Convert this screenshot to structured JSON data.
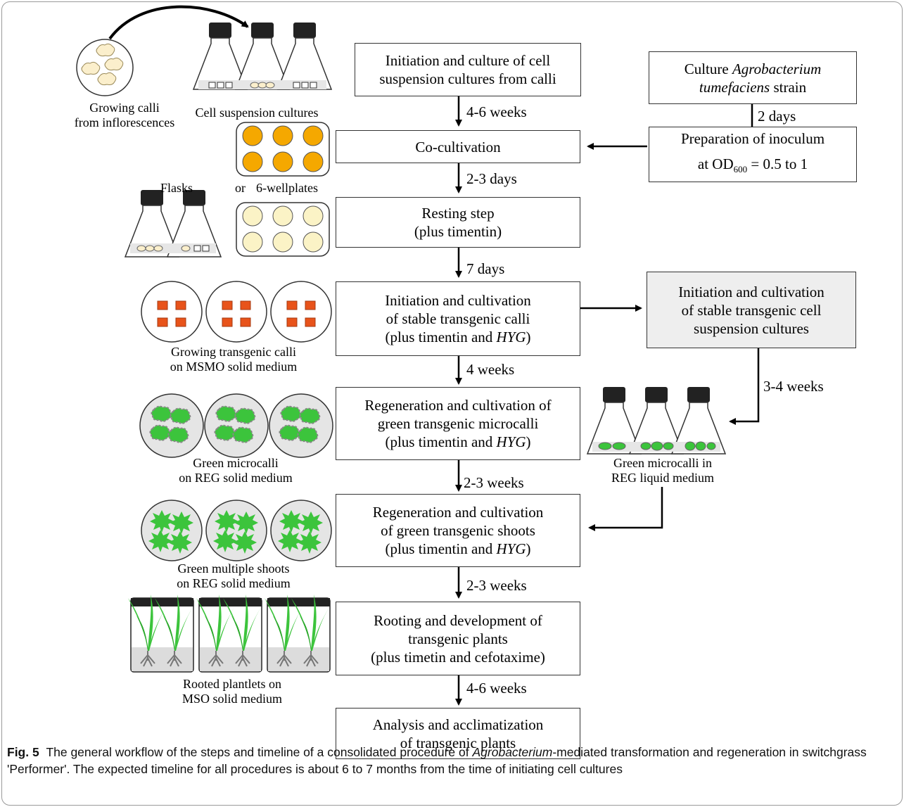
{
  "steps": {
    "s1": [
      "Initiation and culture of cell",
      "suspension cultures from calli"
    ],
    "s2": "Co-cultivation",
    "s3": [
      "Resting step",
      "(plus timentin)"
    ],
    "s4": [
      "Initiation and cultivation",
      "of stable transgenic calli",
      "(plus timentin and ",
      "HYG",
      ")"
    ],
    "s5": [
      "Regeneration and cultivation of",
      "green transgenic microcalli",
      "(plus timentin and ",
      "HYG",
      ")"
    ],
    "s6": [
      "Regeneration and cultivation",
      "of green transgenic shoots",
      "(plus timentin and ",
      "HYG",
      ")"
    ],
    "s7": [
      "Rooting and development of",
      "transgenic plants",
      "(plus timetin and cefotaxime)"
    ],
    "s8": [
      "Analysis and acclimatization",
      "of transgenic plants"
    ]
  },
  "side_steps": {
    "agro": [
      "Culture ",
      "Agrobacterium",
      "tumefaciens",
      " strain"
    ],
    "inoculum": [
      "Preparation of inoculum",
      "at OD",
      "600",
      " = 0.5 to 1"
    ],
    "suspension": [
      "Initiation and cultivation",
      "of stable transgenic cell",
      "suspension cultures"
    ]
  },
  "durations": {
    "d1": "4-6 weeks",
    "d2": "2-3 days",
    "d3": "7 days",
    "d4": "4 weeks",
    "d5": "2-3 weeks",
    "d6": "2-3 weeks",
    "d7": "4-6 weeks",
    "agro_days": "2 days",
    "suspension_weeks": "3-4 weeks"
  },
  "illustrations": {
    "calli": [
      "Growing calli",
      "from inflorescences"
    ],
    "suspension": "Cell suspension cultures",
    "flasks": "Flasks",
    "or": "or",
    "plates": "6-wellplates",
    "transgenic_calli": [
      "Growing transgenic calli",
      "on MSMO solid medium"
    ],
    "microcalli_solid": [
      "Green microcalli",
      "on REG solid medium"
    ],
    "microcalli_liquid": [
      "Green microcalli in",
      "REG liquid medium"
    ],
    "shoots": [
      "Green multiple shoots",
      "on REG solid medium"
    ],
    "plantlets": [
      "Rooted plantlets on",
      "MSO solid medium"
    ]
  },
  "caption": {
    "label": "Fig. 5",
    "text_a": "The general workflow of the steps and timeline of a consolidated procedure of ",
    "text_italic": "Agrobacterium",
    "text_b": "-mediated transformation and regeneration in switchgrass 'Performer'. The expected timeline for all procedures is about 6 to 7 months from the time of initiating cell cultures"
  },
  "colors": {
    "orange": "#f5a800",
    "pale_yellow": "#fbf3c6",
    "callus_orange": "#e8531a",
    "green": "#3cc43c",
    "dish_gray": "#e5e5e5",
    "gray_box": "#eeeeee"
  }
}
